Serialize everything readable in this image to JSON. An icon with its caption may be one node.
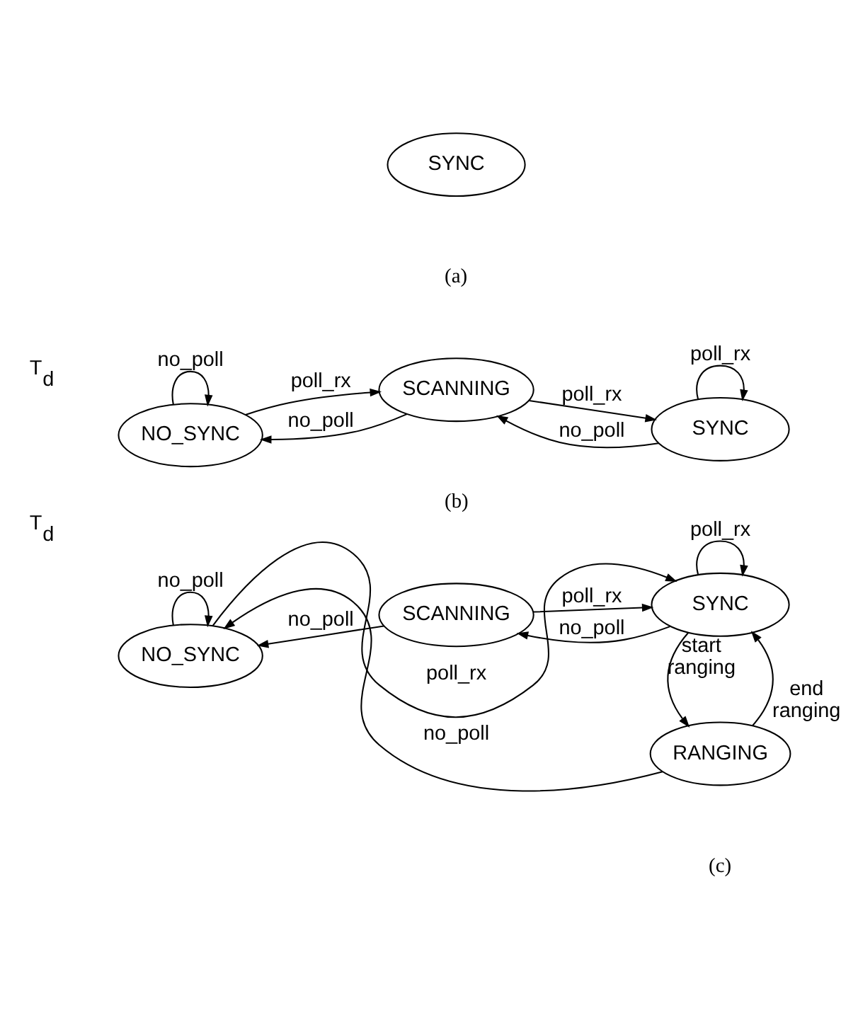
{
  "diagram": {
    "nodes": [
      {
        "text": [
          "SYNC"
        ]
      },
      {
        "text": [
          "NO_SYNC"
        ]
      },
      {
        "text": [
          "SCANNING"
        ]
      },
      {
        "text": [
          "SYNC"
        ]
      },
      {
        "text": [
          "NO_SYNC"
        ]
      },
      {
        "text": [
          "SCANNING"
        ]
      },
      {
        "text": [
          "SYNC"
        ]
      },
      {
        "text": [
          "RANGING"
        ]
      }
    ],
    "edges": [
      {
        "from": 1,
        "to": 1,
        "arrow": "to",
        "label": "no_poll"
      },
      {
        "from": 1,
        "to": 2,
        "arrow": "to",
        "label": "poll_rx"
      },
      {
        "from": 2,
        "to": 1,
        "arrow": "to",
        "label": "no_poll"
      },
      {
        "from": 2,
        "to": 3,
        "arrow": "to",
        "label": "poll_rx"
      },
      {
        "from": 3,
        "to": 2,
        "arrow": "to",
        "label": "no_poll"
      },
      {
        "from": 3,
        "to": 3,
        "arrow": "to",
        "label": "poll_rx"
      },
      {
        "from": 4,
        "to": 4,
        "arrow": "to",
        "label": "no_poll"
      },
      {
        "from": 4,
        "to": 6,
        "arrow": "to",
        "label": "poll_rx"
      },
      {
        "from": 5,
        "to": 4,
        "arrow": "to",
        "label": "no_poll"
      },
      {
        "from": 5,
        "to": 6,
        "arrow": "to",
        "label": "poll_rx"
      },
      {
        "from": 6,
        "to": 5,
        "arrow": "to",
        "label": "no_poll"
      },
      {
        "from": 6,
        "to": 6,
        "arrow": "to",
        "label": "poll_rx"
      },
      {
        "from": 7,
        "to": 6,
        "arrow": "to",
        "label": "end ranging"
      },
      {
        "from": 6,
        "to": 7,
        "arrow": "to",
        "label": "start ranging"
      },
      {
        "from": 7,
        "to": 4,
        "arrow": "to",
        "label": "no_poll"
      }
    ],
    "labels": [
      "(a)",
      "T$_{d}$",
      "(b)",
      "T$_{d}$",
      "(c)"
    ]
  }
}
